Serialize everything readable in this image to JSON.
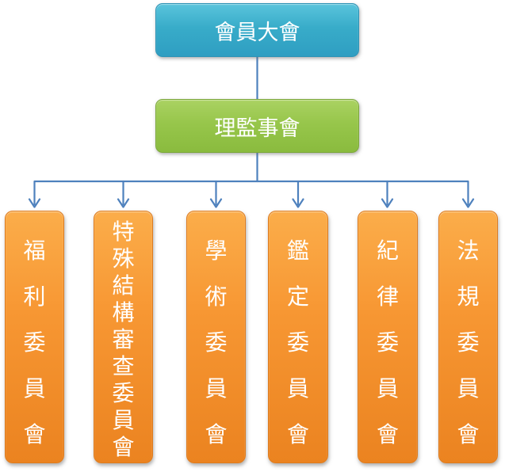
{
  "diagram": {
    "type": "org-chart",
    "levels": {
      "root": "會員大會",
      "board": "理監事會",
      "committees": [
        "福利委員會",
        "特殊結構審查委員會",
        "學術委員會",
        "鑑定委員會",
        "紀律委員會",
        "法規委員會"
      ]
    }
  },
  "colors": {
    "level1_top": "#5AC4DC",
    "level1_mid": "#38ACC9",
    "level1_bottom": "#2F9EC2",
    "level1_border": "#2E93B5",
    "level2_top": "#AAD262",
    "level2_mid": "#97C64B",
    "level2_bottom": "#8ABB3E",
    "level2_border": "#7CA83B",
    "level3_top": "#FBAD4A",
    "level3_mid": "#F79733",
    "level3_bottom": "#EB8320",
    "level3_border": "#DD7B1E",
    "connector": "#4E81BD",
    "node_text": "#FFFFFF",
    "background": "#FFFFFF"
  }
}
